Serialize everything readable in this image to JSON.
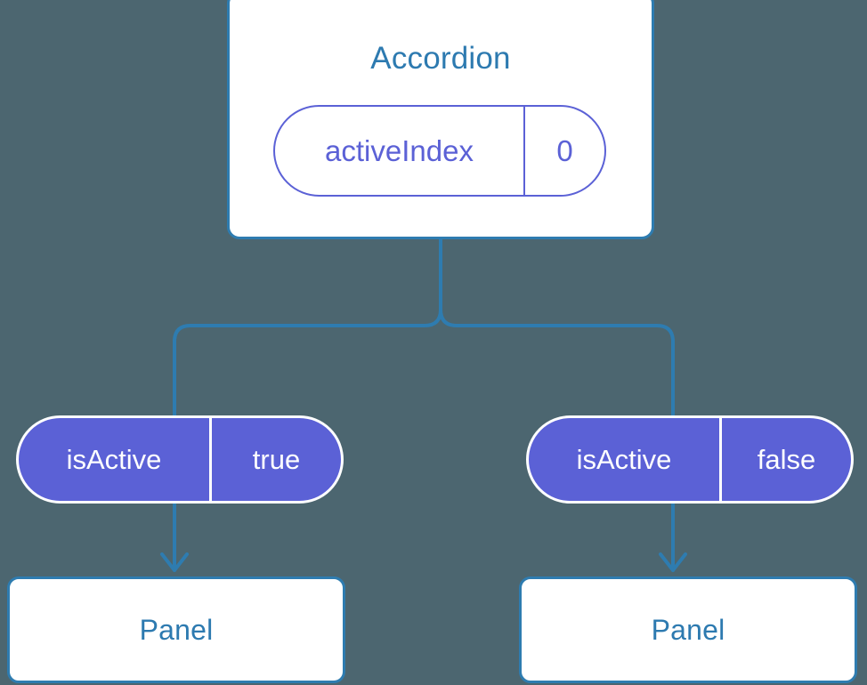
{
  "diagram": {
    "type": "component-tree",
    "background_color": "#4c6670",
    "accent_border_color": "#2e7cb0",
    "accent_text_color": "#2d7ab0",
    "pill_color": "#5b61d6",
    "connector_color": "#2e7cb0"
  },
  "root": {
    "title": "Accordion",
    "state_pill": {
      "key": "activeIndex",
      "value": "0",
      "style": "outline"
    }
  },
  "children": [
    {
      "position": "left",
      "prop_pill": {
        "key": "isActive",
        "value": "true",
        "style": "filled"
      },
      "panel": {
        "title": "Panel"
      }
    },
    {
      "position": "right",
      "prop_pill": {
        "key": "isActive",
        "value": "false",
        "style": "filled"
      },
      "panel": {
        "title": "Panel"
      }
    }
  ],
  "connectors": {
    "branch_icon": "tree-branch",
    "arrow_icon": "arrow-down"
  }
}
